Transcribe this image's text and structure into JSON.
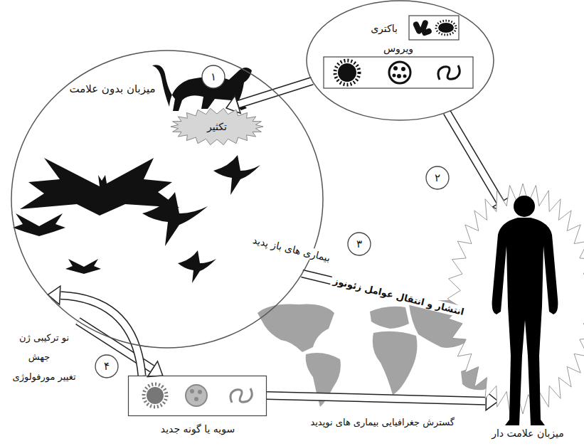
{
  "diagram": {
    "nodes": [
      {
        "text": [
          "باکتری",
          "ویروس"
        ]
      },
      {
        "text": [
          "میزبان بدون علامت"
        ]
      },
      {
        "text": [
          "تکثیر"
        ],
        "in": 1
      },
      {
        "text": [
          "میزبان علامت دار"
        ]
      },
      {
        "text": [
          "سویه یا گونه جدید"
        ]
      }
    ],
    "edges": [
      {
        "from": 0,
        "to": 2,
        "arrow": "to"
      },
      {
        "from": 0,
        "to": 3,
        "arrow": "to"
      },
      {
        "from": 1,
        "to": 3,
        "arrow": "to",
        "label": "انتشار و انتقال عوامل زئونوز"
      },
      {
        "from": 1,
        "to": 4,
        "arrow": "to"
      },
      {
        "from": 4,
        "to": 1,
        "arrow": "to"
      },
      {
        "from": 4,
        "to": 3,
        "arrow": "to",
        "label": "گسترش جغرافیایی بیماری های نوپدید"
      }
    ],
    "labels": [
      "۱",
      "۲",
      "۳",
      "بیماری های باز پدید",
      "نو ترکیبی ژن",
      "جهش",
      "۴",
      "تغییر مورفولوژی"
    ]
  }
}
